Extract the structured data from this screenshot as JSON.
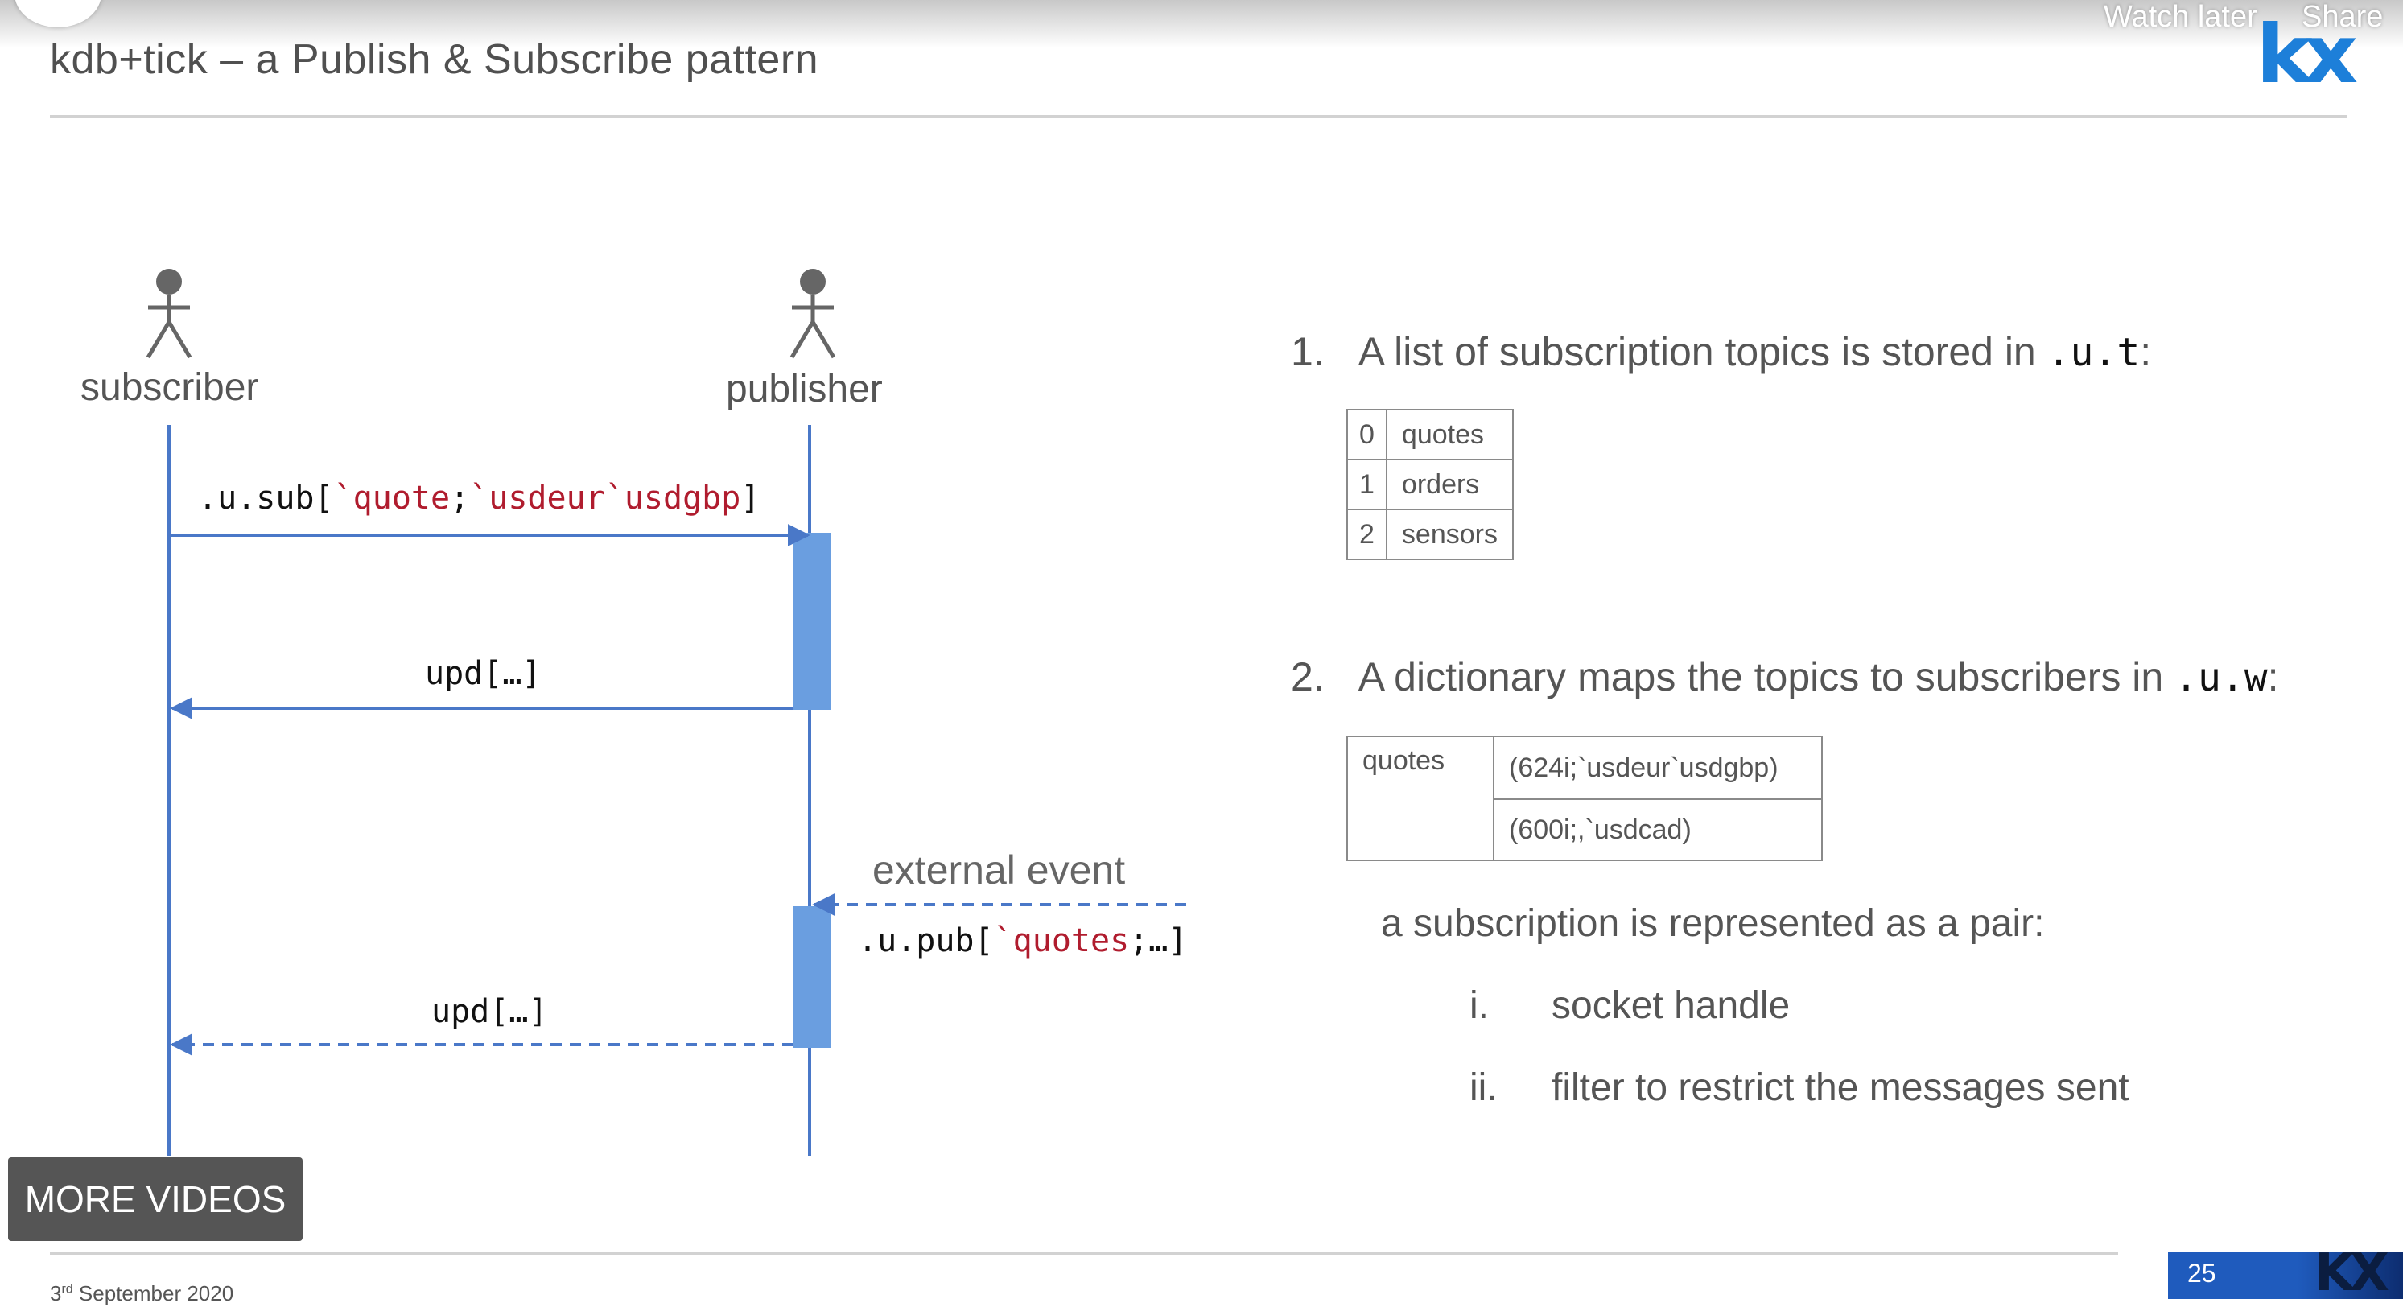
{
  "overlay": {
    "watch_later": "Watch later",
    "share": "Share",
    "more_videos": "MORE VIDEOS"
  },
  "slide": {
    "title": "kdb+tick – a Publish & Subscribe pattern",
    "logo": "kx",
    "date_day": "3",
    "date_suffix": "rd",
    "date_rest": " September 2020",
    "page_number": "25",
    "footer_logo": "KX"
  },
  "diagram": {
    "actors": {
      "subscriber": "subscriber",
      "publisher": "publisher"
    },
    "msg1": {
      "prefix": ".u.sub[",
      "s1": "`quote",
      "sep": ";",
      "s2": "`usdeur`usdgbp",
      "suffix": "]"
    },
    "msg2": "upd[…]",
    "external": "external event",
    "msg3": {
      "prefix": ".u.pub[",
      "s1": "`quotes",
      "suffix": ";…]"
    },
    "msg4": "upd[…]"
  },
  "points": {
    "p1": {
      "num": "1.",
      "text": "A list of subscription topics is stored in ",
      "code": ".u.t",
      "tail": ":"
    },
    "topics": [
      {
        "idx": "0",
        "name": "quotes"
      },
      {
        "idx": "1",
        "name": "orders"
      },
      {
        "idx": "2",
        "name": "sensors"
      }
    ],
    "p2": {
      "num": "2.",
      "text": "A dictionary maps the topics to subscribers in ",
      "code": ".u.w",
      "tail": ":"
    },
    "dict": {
      "key": "quotes",
      "values": [
        "(624i;`usdeur`usdgbp)",
        "(600i;,`usdcad)"
      ]
    },
    "pair_text": "a subscription is represented as a pair:",
    "sub_items": [
      {
        "num": "i.",
        "text": "socket handle"
      },
      {
        "num": "ii.",
        "text": "filter to restrict the messages sent"
      }
    ]
  },
  "colors": {
    "lifeline": "#4a78c8",
    "activation": "#6a9ee0",
    "string_literal": "#b01c2e",
    "actor": "#666666",
    "logo": "#1d7fd9"
  },
  "icons": [
    "subscriber-actor-icon",
    "publisher-actor-icon"
  ]
}
